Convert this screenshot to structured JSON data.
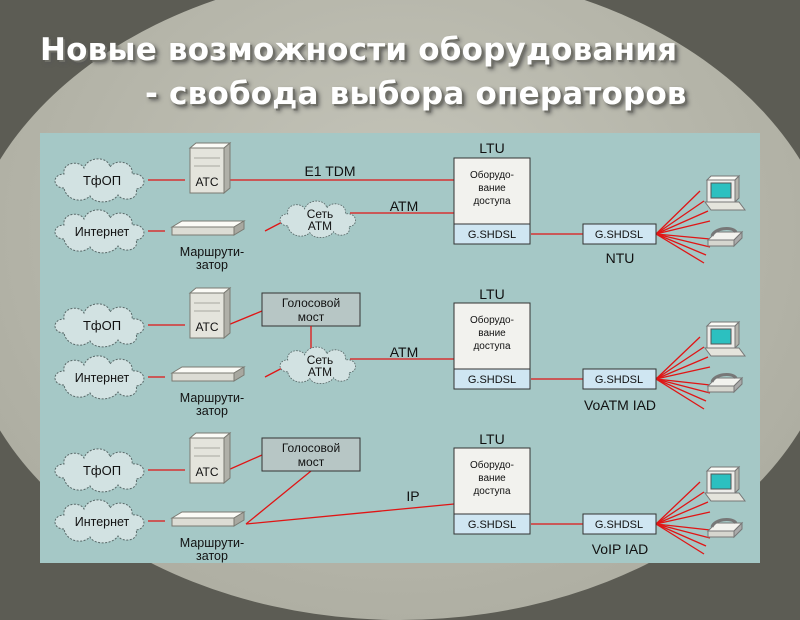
{
  "title": {
    "line1": "Новые возможности оборудования",
    "line2": "- свобода выбора операторов"
  },
  "labels": {
    "pstn": "ТфОП",
    "internet": "Интернет",
    "ats": "АТС",
    "router_1": "Маршрути-",
    "router_2": "затор",
    "atm_cloud_1": "Сеть",
    "atm_cloud_2": "АТМ",
    "voice_bridge_1": "Голосовой",
    "voice_bridge_2": "мост",
    "ltu": "LTU",
    "access_1": "Оборудо-",
    "access_2": "вание",
    "access_3": "доступа",
    "gshdsl": "G.SHDSL",
    "e1_tdm": "E1 TDM",
    "atm": "ATM",
    "ip": "IP"
  },
  "rows": [
    {
      "terminal": "NTU"
    },
    {
      "terminal": "VoATM IAD"
    },
    {
      "terminal": "VoIP IAD"
    }
  ],
  "colors": {
    "link": "#e01515",
    "diagram_bg": "#a5c8c6",
    "box_fill": "#f2f2ee",
    "gshdsl_fill": "#cfe6f2",
    "bridge_fill": "#b7c6c5"
  },
  "icons": [
    "cloud-icon",
    "pbx-server-icon",
    "router-icon",
    "desktop-computer-icon",
    "telephone-icon"
  ]
}
